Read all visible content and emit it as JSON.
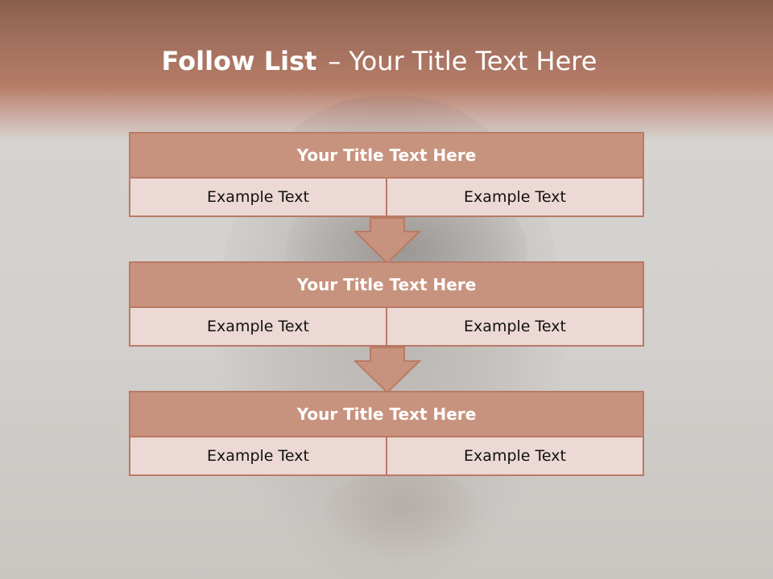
{
  "title": {
    "bold_part": "Follow List",
    "separator": "–",
    "rest": "Your Title Text Here"
  },
  "blocks": [
    {
      "header": "Your Title Text Here",
      "left": "Example Text",
      "right": "Example Text"
    },
    {
      "header": "Your Title Text Here",
      "left": "Example Text",
      "right": "Example Text"
    },
    {
      "header": "Your Title Text Here",
      "left": "Example Text",
      "right": "Example Text"
    }
  ],
  "colors": {
    "header_band": "#b67c68",
    "block_header": "#c8937e",
    "block_cell": "#ecd8d4",
    "border": "#b97a64"
  }
}
